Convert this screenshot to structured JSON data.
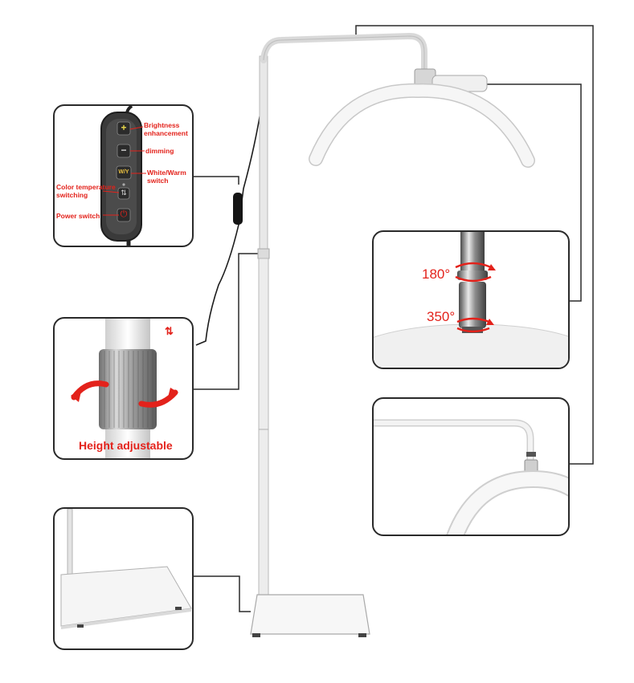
{
  "controller": {
    "buttons": [
      {
        "glyph": "+",
        "label": "Brightness\nenhancement"
      },
      {
        "glyph": "−",
        "label": "dimming"
      },
      {
        "glyph": "W/Y",
        "label": "White/Warm\nswitch"
      },
      {
        "glyph": "⇅",
        "label": "Color temperature\nswitching"
      },
      {
        "glyph": "⏻",
        "label": "Power switch"
      }
    ]
  },
  "height": {
    "label": "Height adjustable",
    "mark": "⇅"
  },
  "rotation": {
    "top_angle": "180°",
    "bottom_angle": "350°"
  },
  "colors": {
    "accent": "#e3221b",
    "frame": "#2a2a2a",
    "lamp": "#f4f4f4",
    "pole": "#e6e6e6"
  }
}
